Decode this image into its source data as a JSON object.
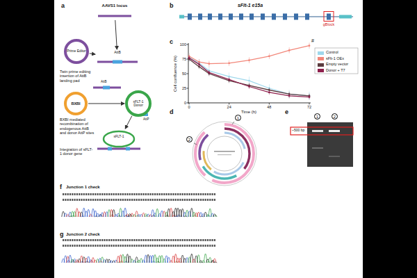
{
  "diagram": {
    "nodes": [
      {
        "text": [
          "AAVS1 locus"
        ]
      },
      {
        "text": [
          "Prime Editor"
        ]
      },
      {
        "text": [
          "AttB"
        ]
      },
      {
        "text": [
          "BXBI"
        ]
      },
      {
        "text": [
          "sFLT-1 Donor"
        ]
      },
      {
        "text": [
          "sFLT-1"
        ]
      }
    ],
    "edges": [
      {
        "from": 0,
        "to": 2,
        "arrow": "to"
      },
      {
        "from": 1,
        "to": 2,
        "arrow": "to"
      },
      {
        "from": 3,
        "to": 4,
        "arrow": "to"
      },
      {
        "from": 4,
        "to": 5,
        "arrow": "to"
      }
    ],
    "labels": [
      "a",
      "b",
      "c",
      "d",
      "e",
      "f",
      "g",
      "Twin prime editing insertion of AttB landing pad",
      "AttB",
      "AttP",
      "BXBI mediated recombination of endogenous AttB and donor AttP sites",
      "Integration of sFLT-1 donor gene",
      "sFlt-1 e15a",
      "gBlock",
      "Cell confluence (%)",
      "0",
      "25",
      "50",
      "75",
      "100",
      "0",
      "24",
      "48",
      "72",
      "Time (h)",
      "#",
      "1",
      "2",
      "1",
      "2",
      "~500 bp",
      "Junction 1 check",
      "Junction 2 check"
    ],
    "legend": [
      {
        "text": "Control",
        "color": "#9fd8ec"
      },
      {
        "text": "sFlt-1 OEx",
        "color": "#f2877a"
      },
      {
        "text": "Empty vector",
        "color": "#5b3b3f"
      },
      {
        "text": "Donor + T7",
        "color": "#8e1f4c"
      }
    ]
  }
}
